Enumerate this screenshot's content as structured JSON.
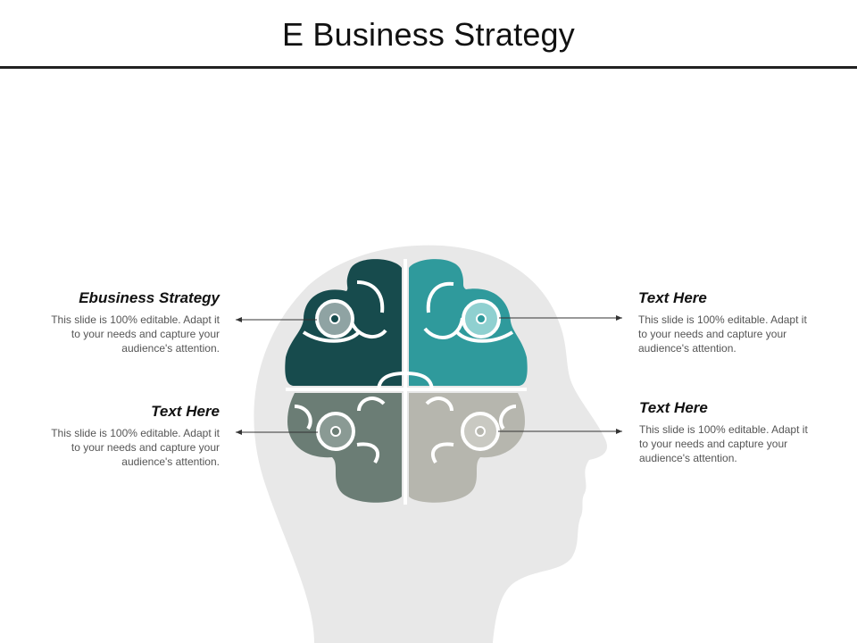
{
  "title": "E Business Strategy",
  "colors": {
    "head": "#e8e8e8",
    "top_left": "#174b4d",
    "top_right": "#2f9a9c",
    "bottom_left": "#6b7d75",
    "bottom_right": "#b6b6ae",
    "connector": "#333333"
  },
  "blocks": [
    {
      "heading": "Ebusiness Strategy",
      "body": "This slide is 100% editable. Adapt it to your needs and capture your audience's attention."
    },
    {
      "heading": "Text Here",
      "body": "This slide is 100% editable. Adapt it to your needs and capture your audience's attention."
    },
    {
      "heading": "Text Here",
      "body": "This slide is 100% editable. Adapt it to your needs and capture your audience's attention."
    },
    {
      "heading": "Text Here",
      "body": "This slide is 100% editable. Adapt it to your needs and capture your audience's attention."
    }
  ]
}
